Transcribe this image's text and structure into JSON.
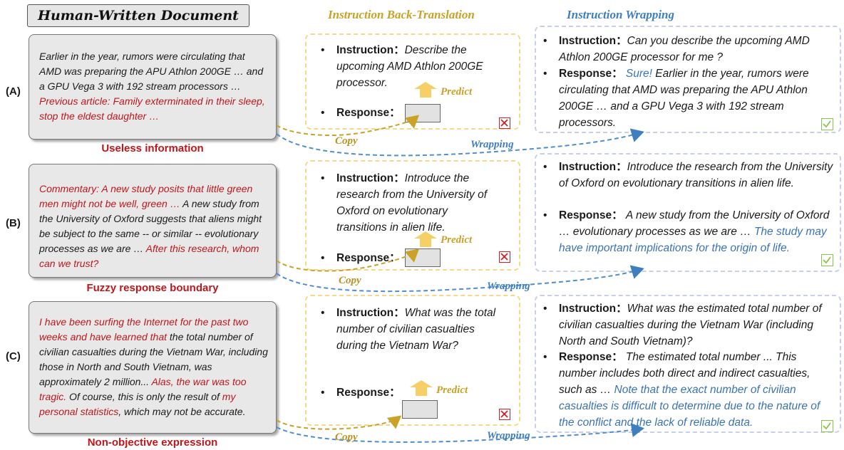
{
  "headers": {
    "left": "Human-Written Document",
    "middle": "Instruction Back-Translation",
    "right": "Instruction Wrapping"
  },
  "labels": {
    "predict": "Predict",
    "copy": "Copy",
    "wrapping": "Wrapping",
    "instruction_key": "Instruction：",
    "response_key": "Response："
  },
  "rows": [
    {
      "label": "(A)",
      "doc": {
        "text_black": "Earlier in the year, rumors were circulating that AMD was preparing the APU Athlon 200GE … and a GPU Vega 3 with 192 stream processors …",
        "text_red": "Previous article: Family exterminated in their sleep, stop the eldest daughter …"
      },
      "caption": "Useless information",
      "mid_instruction": "Describe the upcoming AMD Athlon 200GE processor.",
      "right_instruction": "Can you describe the upcoming AMD Athlon 200GE processor for me ?",
      "right_response_blue": "Sure!",
      "right_response_black": "Earlier in the year, rumors were circulating that AMD was preparing the APU Athlon 200GE … and a GPU Vega 3 with 192 stream processors."
    },
    {
      "label": "(B)",
      "doc": {
        "text_red_1": "Commentary: A new study posits that little green men might not be well, green …",
        "text_black": "A new study from the University of Oxford suggests that aliens might be subject to the same -- or similar -- evolutionary processes as we are …",
        "text_red_2": "After this research, whom can we trust?"
      },
      "caption": "Fuzzy response boundary",
      "mid_instruction": "Introduce the research from the University of Oxford on evolutionary transitions in alien life.",
      "right_instruction": "Introduce the research from the University of Oxford on evolutionary transitions in alien life.",
      "right_response_black": "A new study from the University of Oxford … evolutionary processes as we are …",
      "right_response_blue": "The study may have important implications for the origin of life."
    },
    {
      "label": "(C)",
      "doc": {
        "text_red_1": "I have been surfing the Internet for the past two weeks and have learned that",
        "text_black_1": "the total number of civilian casualties during the Vietnam War, including those in North and South Vietnam, was approximately 2 million...",
        "text_red_2": "Alas, the war was too tragic.",
        "text_black_2": "Of course, this is only the result of",
        "text_red_3": "my personal statistics",
        "text_black_3": ", which may not be accurate."
      },
      "caption": "Non-objective expression",
      "mid_instruction": "What was the total number of civilian casualties during the Vietnam War?",
      "right_instruction": "What was the estimated total number of civilian casualties during the Vietnam War (including North and South Vietnam)?",
      "right_response_black": "The estimated total number ... This number includes both direct and indirect casualties, such as …",
      "right_response_blue": "Note that the exact number of civilian casualties is difficult to determine due to the nature of the conflict and the lack of reliable data."
    }
  ],
  "colors": {
    "red": "#c0161b",
    "gold": "#c9a227",
    "blue": "#3f7fbf",
    "check_green": "#8bc34a"
  }
}
